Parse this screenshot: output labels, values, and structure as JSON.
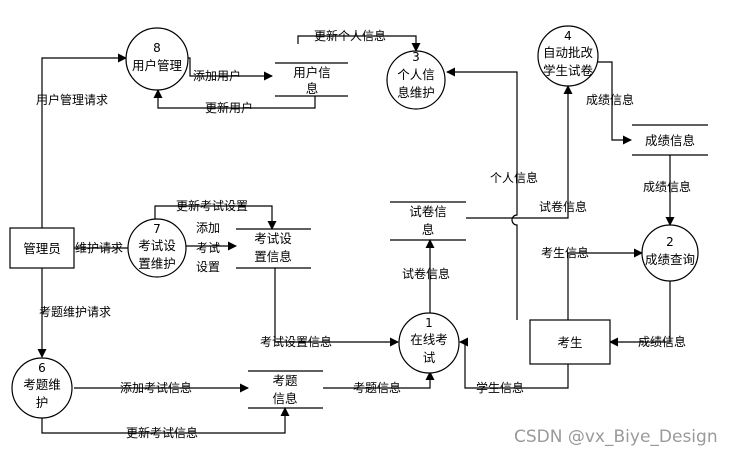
{
  "processes": {
    "p1": {
      "num": "1",
      "line1": "在线考",
      "line2": "试"
    },
    "p2": {
      "num": "2",
      "line1": "成绩查询"
    },
    "p3": {
      "num": "3",
      "line1": "个人信",
      "line2": "息维护"
    },
    "p4": {
      "num": "4",
      "line1": "自动批改",
      "line2": "学生试卷"
    },
    "p6": {
      "num": "6",
      "line1": "考题维",
      "line2": "护"
    },
    "p7": {
      "num": "7",
      "line1": "考试设",
      "line2": "置维护"
    },
    "p8": {
      "num": "8",
      "line1": "用户管理"
    }
  },
  "stores": {
    "user_info": {
      "line1": "用户信",
      "line2": "息"
    },
    "exam_settings": {
      "line1": "考试设",
      "line2": "置信息"
    },
    "paper_info": {
      "line1": "试卷信",
      "line2": "息"
    },
    "question_info": {
      "line1": "考题",
      "line2": "信息"
    },
    "score_info": {
      "line1": "成绩信息"
    }
  },
  "entities": {
    "admin": "管理员",
    "student": "考生"
  },
  "flows": {
    "update_personal": "更新个人信息",
    "add_user": "添加用户",
    "update_user": "更新用户",
    "user_mgmt_request": "用户管理请求",
    "score_info_1": "成绩信息",
    "score_info_2": "成绩信息",
    "score_info_3": "成绩信息",
    "personal_info": "个人信息",
    "paper_info_up": "试卷信息",
    "paper_info_down": "试卷信息",
    "update_exam_settings": "更新考试设置",
    "add_exam_settings_1": "添加",
    "add_exam_settings_2": "考试",
    "add_exam_settings_3": "设置",
    "maintain_request": "维护请求",
    "student_info_1": "考生信息",
    "question_maint_request": "考题维护请求",
    "exam_settings_info": "考试设置信息",
    "add_exam_info": "添加考试信息",
    "question_info_flow": "考题信息",
    "student_info_2": "学生信息",
    "update_exam_info": "更新考试信息"
  },
  "watermark": "CSDN @vx_Biye_Design"
}
